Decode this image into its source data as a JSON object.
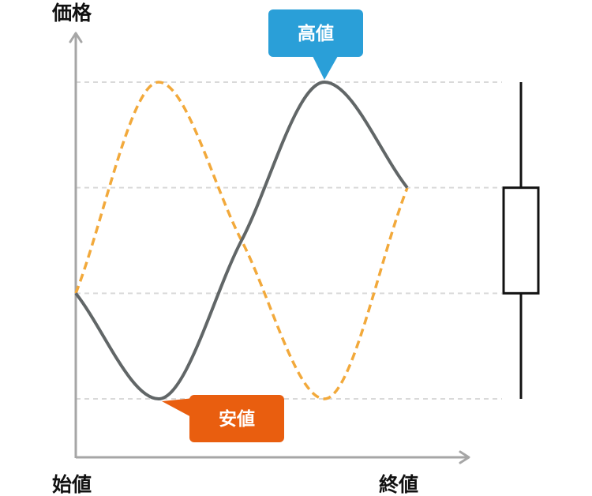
{
  "chart_data": {
    "type": "line",
    "ylabel": "価格",
    "xlabel_start": "始値",
    "xlabel_end": "終値",
    "x": [
      0,
      0.25,
      0.5,
      0.75,
      1
    ],
    "ylim": [
      0,
      3
    ],
    "grid_levels": [
      0,
      1,
      2,
      3
    ],
    "grid": true,
    "series": [
      {
        "key": "solid",
        "values": [
          1,
          0,
          1.5,
          3,
          2
        ],
        "color": "#616667",
        "style": "solid"
      },
      {
        "key": "dashed",
        "values": [
          1,
          3,
          1.5,
          0,
          2
        ],
        "color": "#f2a93b",
        "style": "dashed"
      }
    ],
    "annotations": [
      {
        "key": "high",
        "text": "高値",
        "color": "#2a9fd8",
        "points_to": {
          "series": "solid",
          "x": 0.75,
          "y": 3
        }
      },
      {
        "key": "low",
        "text": "安値",
        "color": "#e95e0f",
        "points_to": {
          "series": "solid",
          "x": 0.25,
          "y": 0
        }
      }
    ],
    "candlestick": {
      "open": 1,
      "high": 3,
      "low": 0,
      "close": 2,
      "body_color": "#ffffff",
      "line_color": "#111111"
    }
  }
}
